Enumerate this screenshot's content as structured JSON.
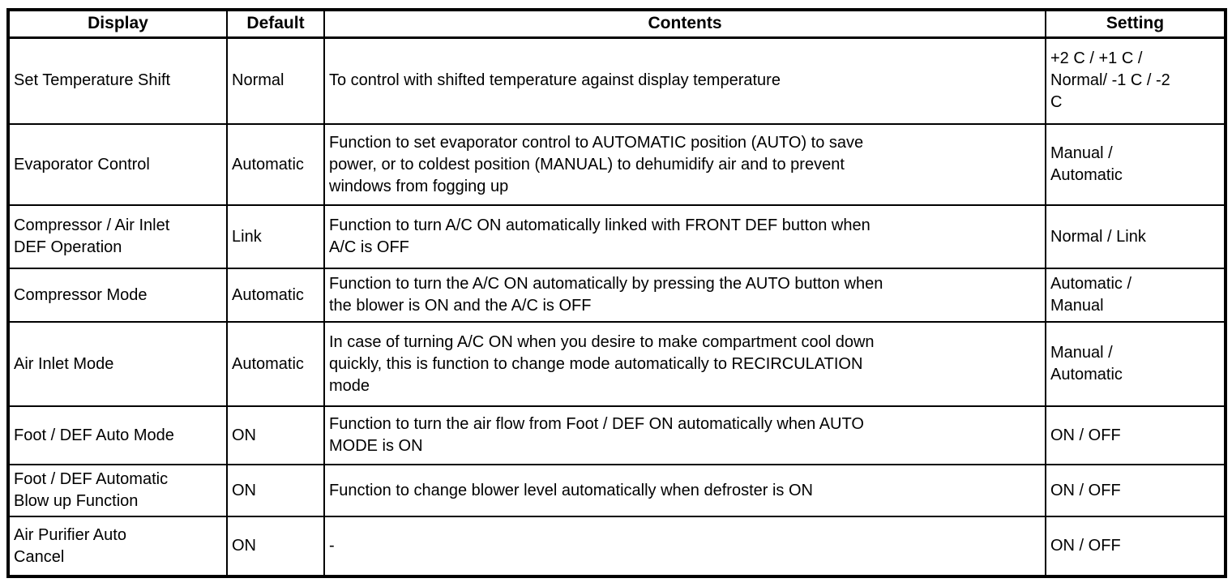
{
  "colors": {
    "background": "#ffffff",
    "border": "#000000",
    "text": "#000000"
  },
  "table": {
    "columns": [
      "Display",
      "Default",
      "Contents",
      "Setting"
    ],
    "rows": [
      {
        "display": "Set Temperature Shift",
        "default": "Normal",
        "contents": "To control with shifted temperature against display temperature",
        "setting": "+2 C / +1 C /\nNormal/ -1 C / -2\nC"
      },
      {
        "display": "Evaporator Control",
        "default": "Automatic",
        "contents": "Function to set evaporator control to AUTOMATIC position (AUTO) to save\npower, or to coldest position (MANUAL) to dehumidify air and to prevent\nwindows from fogging up",
        "setting": "Manual /\nAutomatic"
      },
      {
        "display": "Compressor / Air Inlet\nDEF Operation",
        "default": "Link",
        "contents": "Function to turn A/C ON automatically linked with FRONT DEF button when\nA/C is OFF",
        "setting": "Normal / Link"
      },
      {
        "display": "Compressor Mode",
        "default": "Automatic",
        "contents": "Function to turn the A/C ON automatically by pressing the AUTO button when\nthe blower is ON and the A/C is OFF",
        "setting": "Automatic /\nManual"
      },
      {
        "display": "Air Inlet Mode",
        "default": "Automatic",
        "contents": "In case of turning A/C ON when you desire to make compartment cool down\nquickly, this is function to change mode automatically to RECIRCULATION\nmode",
        "setting": "Manual /\nAutomatic"
      },
      {
        "display": "Foot / DEF Auto Mode",
        "default": "ON",
        "contents": "Function to turn the air flow from Foot / DEF ON automatically when AUTO\nMODE is ON",
        "setting": "ON / OFF"
      },
      {
        "display": "Foot / DEF Automatic\nBlow up Function",
        "default": "ON",
        "contents": "Function to change blower level automatically when defroster is ON",
        "setting": "ON / OFF"
      },
      {
        "display": "Air Purifier Auto\nCancel",
        "default": "ON",
        "contents": "-",
        "setting": "ON / OFF"
      }
    ]
  }
}
